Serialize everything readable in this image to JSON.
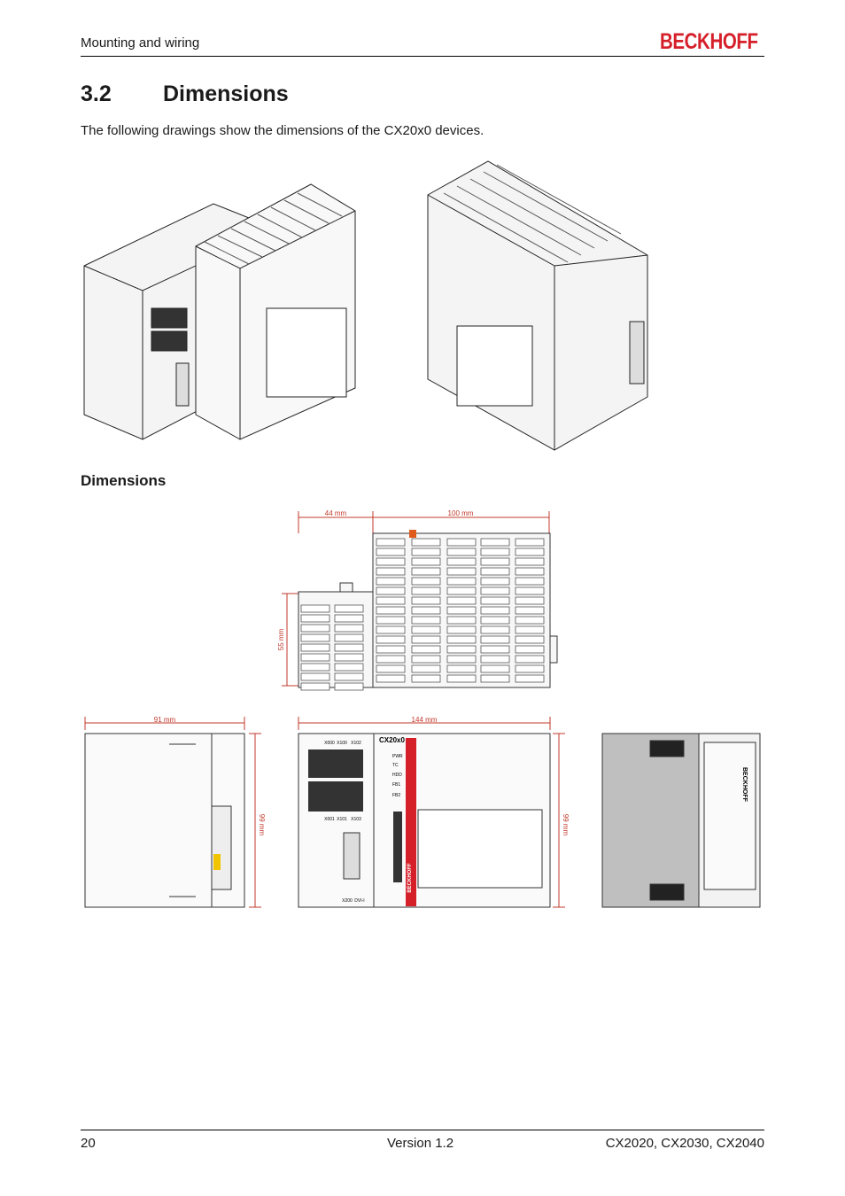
{
  "header": {
    "section_name": "Mounting and wiring",
    "logo": "BECKHOFF"
  },
  "section": {
    "number": "3.2",
    "title": "Dimensions"
  },
  "intro_text": "The following drawings show the dimensions of the CX20x0 devices.",
  "subheading": "Dimensions",
  "drawings": {
    "top_view": {
      "dim_left": "44 mm",
      "dim_right": "100 mm",
      "dim_height": "55 mm"
    },
    "side_view": {
      "dim_width": "91 mm",
      "dim_height": "99 mm"
    },
    "front_view": {
      "dim_width": "144 mm",
      "dim_height": "99 mm",
      "device_label": "CX20x0",
      "port_labels_top": [
        "X000",
        "X100",
        "X102"
      ],
      "port_labels_bottom": [
        "X001",
        "X101",
        "X103"
      ],
      "led_labels": [
        "PWR",
        "TC",
        "HDD",
        "FB1",
        "FB2"
      ],
      "bottom_labels": [
        "X200",
        "DVI-I"
      ],
      "brand_vertical": "BECKHOFF"
    },
    "rear_view": {
      "brand": "BECKHOFF"
    }
  },
  "footer": {
    "page": "20",
    "version": "Version 1.2",
    "product": "CX2020, CX2030, CX2040"
  },
  "colors": {
    "brand_red": "#d5202a",
    "dimension_red": "#c0392b"
  }
}
